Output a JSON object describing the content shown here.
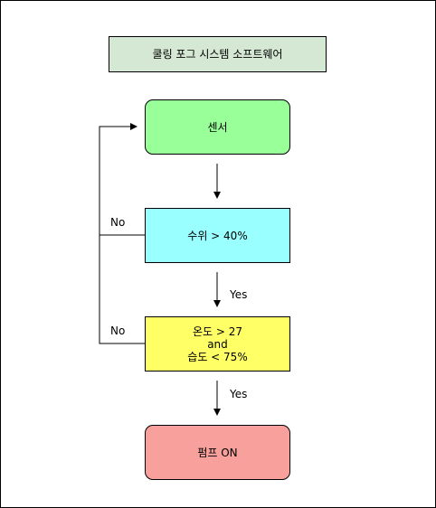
{
  "title": "쿨링 포그 시스템 소프트웨어",
  "nodes": {
    "sensor": "센서",
    "water_level": "수위 > 40%",
    "temp_humidity": [
      "온도 > 27",
      "and",
      "습도 < 75%"
    ],
    "pump": "펌프 ON"
  },
  "edges": {
    "yes_1": "Yes",
    "yes_2": "Yes",
    "no_1": "No",
    "no_2": "No"
  }
}
